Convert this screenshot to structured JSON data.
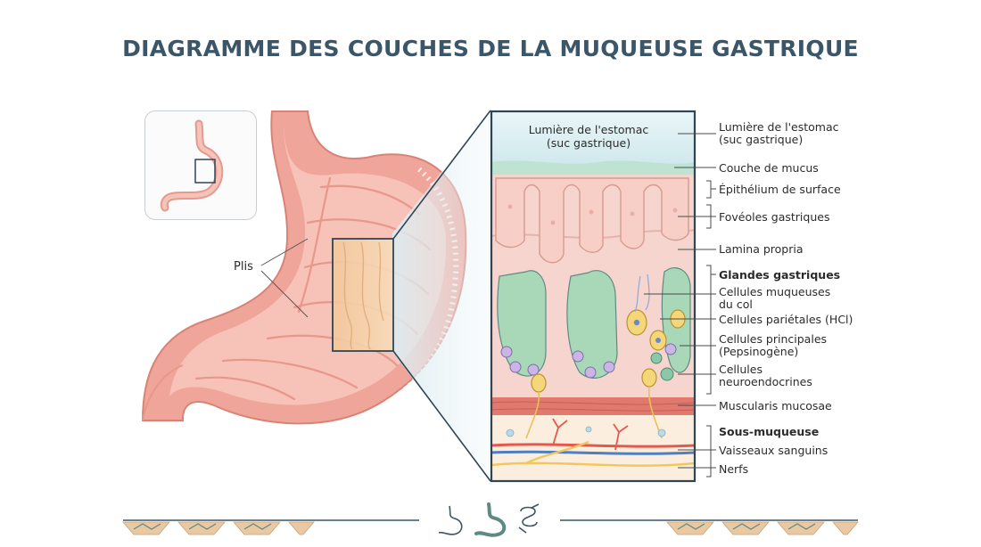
{
  "title": "DIAGRAMME DES COUCHES DE LA MUQUEUSE GASTRIQUE",
  "stomach": {
    "folds_label": "Plis"
  },
  "detail": {
    "lumen_inner": [
      "Lumière de l'estomac",
      "(suc gastrique)"
    ]
  },
  "labels": {
    "lumen": [
      "Lumière de l'estomac",
      "(suc gastrique)"
    ],
    "mucus": "Couche de mucus",
    "epithelium": "Épithélium de surface",
    "foveolae": "Fovéoles gastriques",
    "lamina": "Lamina propria",
    "glands": "Glandes gastriques",
    "neck_cells": [
      "Cellules muqueuses",
      "du col"
    ],
    "parietal": "Cellules pariétales (HCl)",
    "chief": [
      "Cellules principales",
      "(Pepsinogène)"
    ],
    "neuro": [
      "Cellules",
      "neuroendocrines"
    ],
    "muscularis": "Muscularis mucosae",
    "submucosa": "Sous-muqueuse",
    "vessels": "Vaisseaux sanguins",
    "nerves": "Nerfs"
  },
  "footer_icons": [
    "stomach-outline-icon",
    "stomach-filled-icon",
    "intestine-icon"
  ],
  "colors": {
    "title": "#3a5668",
    "stomach_wall": "#f0a59a",
    "lumen": "#d8eef2",
    "mucus": "#bfe3d3",
    "mucosa": "#f6d5cf",
    "muscle": "#e07a6e",
    "submucosa": "#fbeede",
    "frame": "#2f4556"
  }
}
